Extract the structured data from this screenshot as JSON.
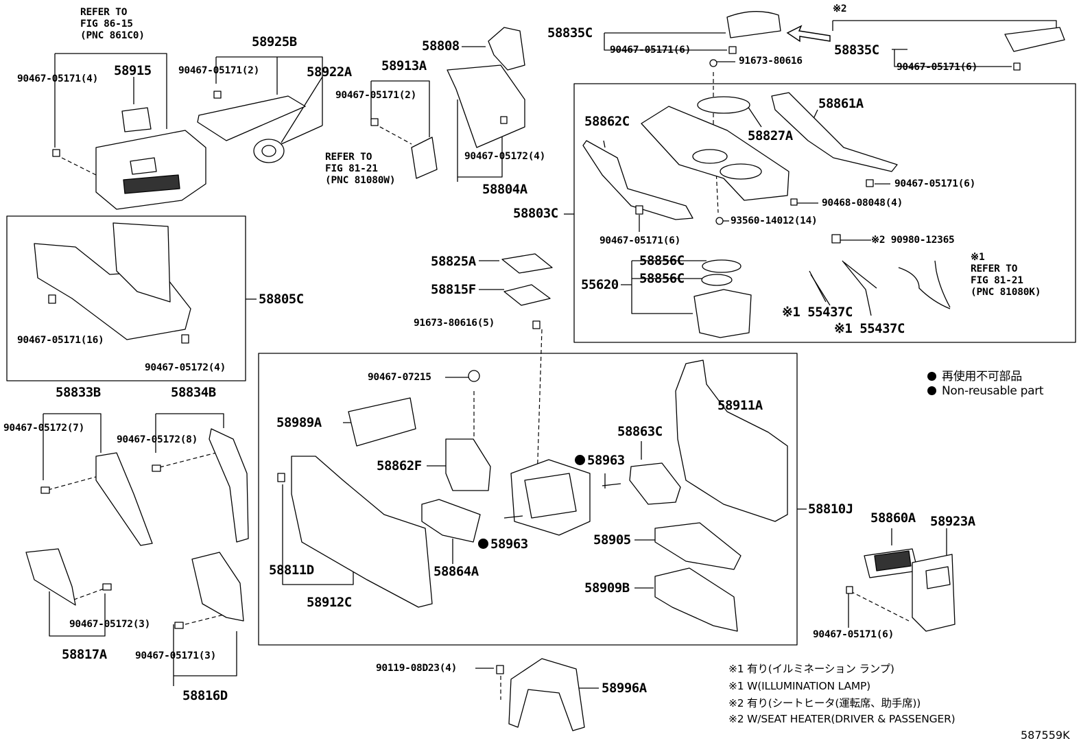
{
  "diagram_id": "587559K",
  "legend": {
    "jp": "再使用不可部品",
    "en": "Non-reusable part"
  },
  "notes": [
    "※1  有り(イルミネーション ランプ)",
    "※1  W(ILLUMINATION LAMP)",
    "※2  有り(シートヒータ(運転席、助手席))",
    "※2  W/SEAT HEATER(DRIVER & PASSENGER)"
  ],
  "references": {
    "r1": "REFER TO\nFIG 86-15\n(PNC 861C0)",
    "r2": "REFER TO\nFIG 81-21\n(PNC 81080W)",
    "r3": "※1\nREFER TO\nFIG 81-21\n(PNC 81080K)"
  },
  "marks": {
    "k2": "※2"
  },
  "parts": {
    "p58915": "58915",
    "p90467_05171_4": "90467-05171(4)",
    "p58925B": "58925B",
    "p90467_05171_2a": "90467-05171(2)",
    "p58922A": "58922A",
    "p58913A": "58913A",
    "p90467_05171_2b": "90467-05171(2)",
    "p58808": "58808",
    "p90467_05172_4a": "90467-05172(4)",
    "p58804A": "58804A",
    "p58835C_a": "58835C",
    "p90467_05171_6a": "90467-05171(6)",
    "p91673_80616": "91673-80616",
    "p58835C_b": "58835C",
    "p90467_05171_6b": "90467-05171(6)",
    "p58862C": "58862C",
    "p58827A": "58827A",
    "p58861A": "58861A",
    "p90467_05171_6c": "90467-05171(6)",
    "p90468_08048_4": "90468-08048(4)",
    "p58803C": "58803C",
    "p93560_14012_14": "93560-14012(14)",
    "p90467_05171_6d": "90467-05171(6)",
    "p90980_12365": "※2 90980-12365",
    "p58856C_a": "58856C",
    "p58856C_b": "58856C",
    "p55620": "55620",
    "p55437C_a": "※1 55437C",
    "p55437C_b": "※1 55437C",
    "p58825A": "58825A",
    "p58815F": "58815F",
    "p91673_80616_5": "91673-80616(5)",
    "p58805C": "58805C",
    "p90467_05171_16": "90467-05171(16)",
    "p90467_05172_4b": "90467-05172(4)",
    "p58833B": "58833B",
    "p90467_05172_7": "90467-05172(7)",
    "p58834B": "58834B",
    "p90467_05172_8": "90467-05172(8)",
    "p90467_05172_3": "90467-05172(3)",
    "p58817A": "58817A",
    "p90467_05171_3": "90467-05171(3)",
    "p58816D": "58816D",
    "p90467_07215": "90467-07215",
    "p58989A": "58989A",
    "p58862F": "58862F",
    "p58963_a": "58963",
    "p58963_b": "58963",
    "p58863C": "58863C",
    "p58911A": "58911A",
    "p58810J": "58810J",
    "p58811D": "58811D",
    "p58912C": "58912C",
    "p58864A": "58864A",
    "p58905": "58905",
    "p58909B": "58909B",
    "p58860A": "58860A",
    "p58923A": "58923A",
    "p90467_05171_6e": "90467-05171(6)",
    "p90119_08D23_4": "90119-08D23(4)",
    "p58996A": "58996A"
  }
}
